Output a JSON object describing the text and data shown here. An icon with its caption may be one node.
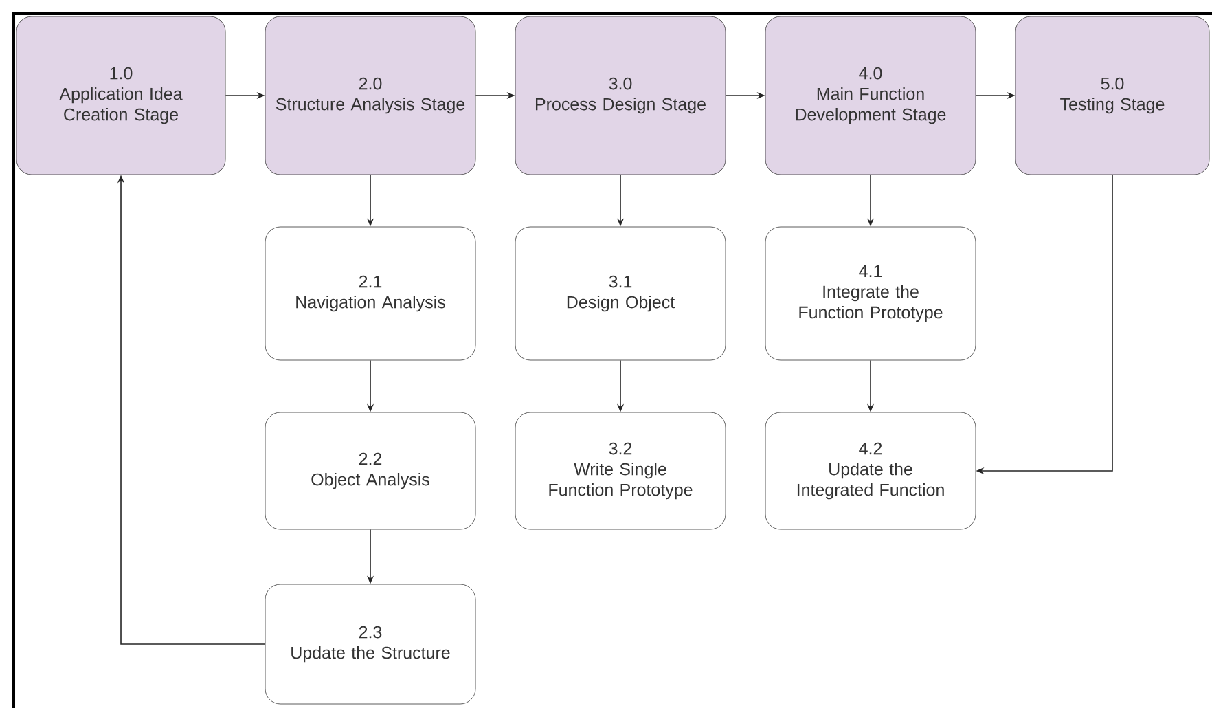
{
  "diagram": {
    "nodes": [
      {
        "text": [
          "1.0",
          "Application Idea Creation Stage"
        ]
      },
      {
        "text": [
          "2.0",
          "Structure Analysis Stage"
        ]
      },
      {
        "text": [
          "3.0",
          "Process Design Stage"
        ]
      },
      {
        "text": [
          "4.0",
          "Main Function Development Stage"
        ]
      },
      {
        "text": [
          "5.0",
          "Testing Stage"
        ]
      },
      {
        "text": [
          "2.1",
          "Navigation Analysis"
        ]
      },
      {
        "text": [
          "3.1",
          "Design Object"
        ]
      },
      {
        "text": [
          "4.1",
          "Integrate the Function Prototype"
        ]
      },
      {
        "text": [
          "2.2",
          "Object Analysis"
        ]
      },
      {
        "text": [
          "3.2",
          "Write Single Function Prototype"
        ]
      },
      {
        "text": [
          "4.2",
          "Update the Integrated Function"
        ]
      },
      {
        "text": [
          "2.3",
          "Update the Structure"
        ]
      }
    ],
    "edges": [
      {
        "from": 0,
        "to": 1,
        "arrow": "to"
      },
      {
        "from": 1,
        "to": 2,
        "arrow": "to"
      },
      {
        "from": 2,
        "to": 3,
        "arrow": "to"
      },
      {
        "from": 3,
        "to": 4,
        "arrow": "to"
      },
      {
        "from": 1,
        "to": 5,
        "arrow": "to"
      },
      {
        "from": 5,
        "to": 8,
        "arrow": "to"
      },
      {
        "from": 8,
        "to": 11,
        "arrow": "to"
      },
      {
        "from": 11,
        "to": 0,
        "arrow": "to"
      },
      {
        "from": 2,
        "to": 6,
        "arrow": "to"
      },
      {
        "from": 6,
        "to": 9,
        "arrow": "to"
      },
      {
        "from": 3,
        "to": 7,
        "arrow": "to"
      },
      {
        "from": 7,
        "to": 10,
        "arrow": "to"
      },
      {
        "from": 4,
        "to": 10,
        "arrow": "to"
      }
    ]
  }
}
